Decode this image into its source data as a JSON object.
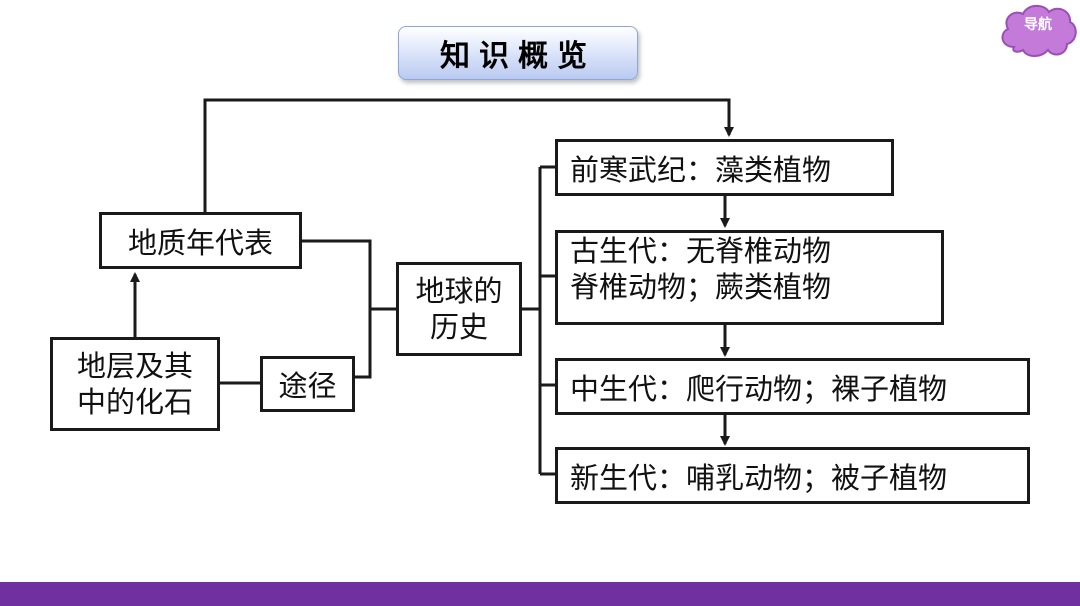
{
  "title": "知识概览",
  "nav": {
    "label": "导航",
    "color": "#c37ad8"
  },
  "nodes": {
    "chronology": "地质年代表",
    "strata_fossils": [
      "地层及其",
      "中的化石"
    ],
    "approach": "途径",
    "earth_history": [
      "地球的",
      "历史"
    ],
    "precambrian": "前寒武纪：藻类植物",
    "paleozoic": [
      "古生代：无脊椎动物",
      "脊椎动物；蕨类植物"
    ],
    "mesozoic": "中生代：爬行动物；裸子植物",
    "cenozoic": "新生代：哺乳动物；被子植物"
  },
  "colors": {
    "line": "#1a1a1a",
    "bottom_bar": "#7030a0",
    "title_bg": "#cdd9f5"
  }
}
